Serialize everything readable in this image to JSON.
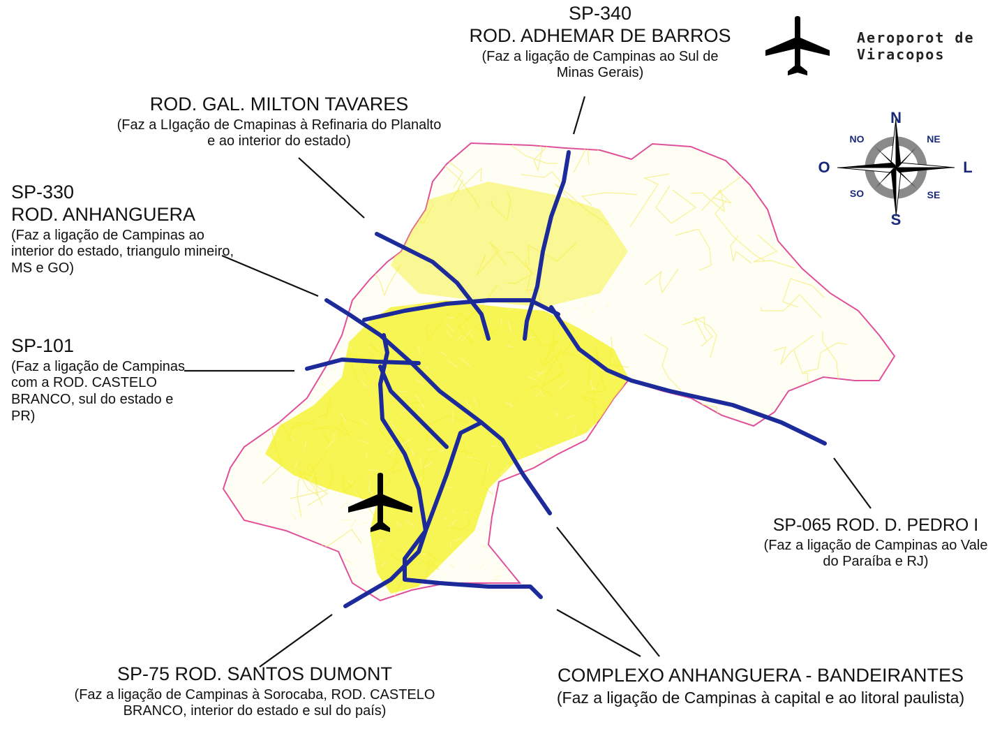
{
  "airport": {
    "label": "Aeroporot de Viracopos",
    "icon": "airplane-icon"
  },
  "compass": {
    "n": "N",
    "ne": "NE",
    "l": "L",
    "se": "SE",
    "s": "S",
    "so": "SO",
    "o": "O",
    "no": "NO"
  },
  "roads": {
    "sp340": {
      "code": "SP-340",
      "name": "ROD. ADHEMAR DE BARROS",
      "desc": "(Faz a ligação de Campinas ao Sul de Minas Gerais)"
    },
    "milton": {
      "name": "ROD. GAL. MILTON TAVARES",
      "desc": "(Faz a LIgação de Cmapinas à Refinaria do Planalto e ao interior do estado)"
    },
    "sp330": {
      "code": "SP-330",
      "name": "ROD. ANHANGUERA",
      "desc": "(Faz a ligação de Campinas ao interior do estado, triangulo mineiro, MS e GO)"
    },
    "sp101": {
      "code": "SP-101",
      "desc": "(Faz a ligação de Campinas com a ROD. CASTELO BRANCO, sul do estado e PR)"
    },
    "sp065": {
      "name": "SP-065 ROD. D. PEDRO I",
      "desc": "(Faz a ligação de Campinas ao Vale do Paraíba e RJ)"
    },
    "sp75": {
      "name": "SP-75 ROD. SANTOS DUMONT",
      "desc": "(Faz a ligação de Campinas à Sorocaba, ROD. CASTELO BRANCO, interior do estado e sul do país)"
    },
    "complexo": {
      "name": "COMPLEXO ANHANGUERA - BANDEIRANTES",
      "desc": "(Faz a ligação de Campinas à capital e ao litoral paulista)"
    }
  },
  "colors": {
    "boundary": "#e0509a",
    "highway": "#1c2a9a",
    "urban": "#f4f21e",
    "roads_minor": "#f6f08a",
    "compass_ring": "#8a8a8a",
    "compass_text": "#1a2a7a"
  }
}
